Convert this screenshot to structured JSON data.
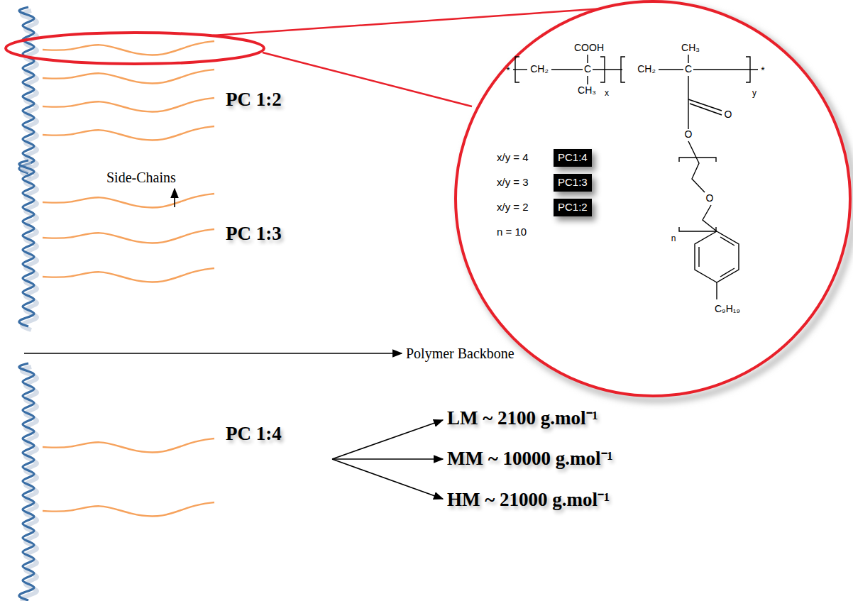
{
  "diagram": {
    "nodes": [
      {
        "text": [
          "PC1:4"
        ]
      },
      {
        "text": [
          "PC1:3"
        ]
      },
      {
        "text": [
          "PC1:2"
        ]
      }
    ],
    "labels": [
      "PC 1:2",
      "Side-Chains",
      "PC 1:3",
      "Polymer Backbone",
      "PC 1:4",
      "LM ~ 2100 g.mol⁻¹",
      "MM ~ 10000 g.mol⁻¹",
      "HM ~ 21000 g.mol⁻¹",
      "*",
      "CH₂",
      "C",
      "COOH",
      "CH₃",
      "x",
      "CH₂",
      "C",
      "CH₃",
      "y",
      "*",
      "O",
      "O",
      "O",
      "n",
      "C₉H₁₉",
      "x/y = 4",
      "x/y = 3",
      "x/y = 2",
      "n = 10"
    ]
  }
}
